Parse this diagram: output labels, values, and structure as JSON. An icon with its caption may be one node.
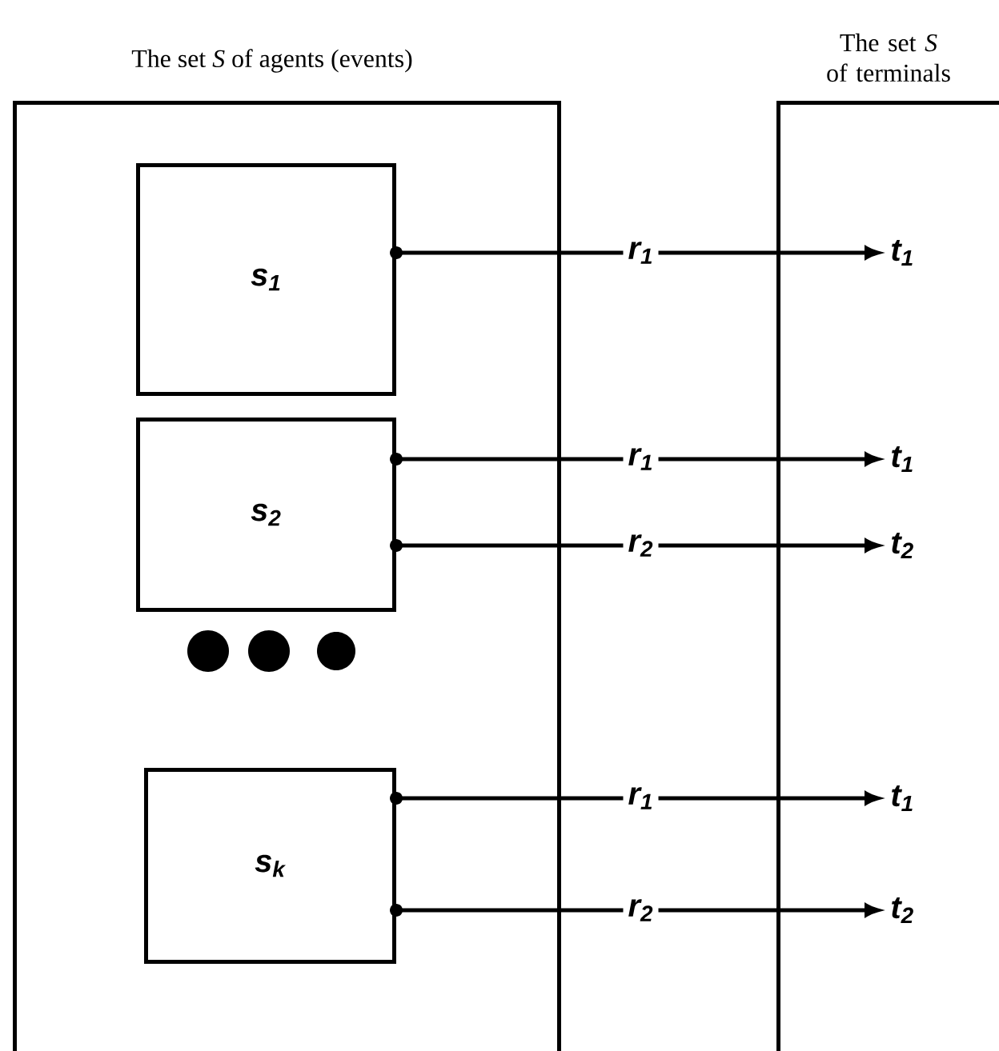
{
  "diagram": {
    "nodes": [
      {
        "text": [
          "The set *S* of agents (events)"
        ]
      },
      {
        "text": [
          "s$_{1}$"
        ],
        "in": 0
      },
      {
        "text": [
          "s$_{2}$"
        ],
        "in": 0
      },
      {
        "text": [
          "s$_{k}$"
        ],
        "in": 0
      },
      {
        "text": [
          "The set *S* of terminals"
        ]
      },
      {
        "text": [
          "t$_{1}$"
        ],
        "in": 4
      },
      {
        "text": [
          "t$_{1}$"
        ],
        "in": 4
      },
      {
        "text": [
          "t$_{2}$"
        ],
        "in": 4
      },
      {
        "text": [
          "t$_{1}$"
        ],
        "in": 4
      },
      {
        "text": [
          "t$_{2}$"
        ],
        "in": 4
      }
    ],
    "edges": [
      {
        "from": 1,
        "to": 5,
        "arrow": "to",
        "label": "r$_{1}$"
      },
      {
        "from": 2,
        "to": 6,
        "arrow": "to",
        "label": "r$_{1}$"
      },
      {
        "from": 2,
        "to": 7,
        "arrow": "to",
        "label": "r$_{2}$"
      },
      {
        "from": 3,
        "to": 8,
        "arrow": "to",
        "label": "r$_{1}$"
      },
      {
        "from": 3,
        "to": 9,
        "arrow": "to",
        "label": "r$_{2}$"
      }
    ]
  }
}
